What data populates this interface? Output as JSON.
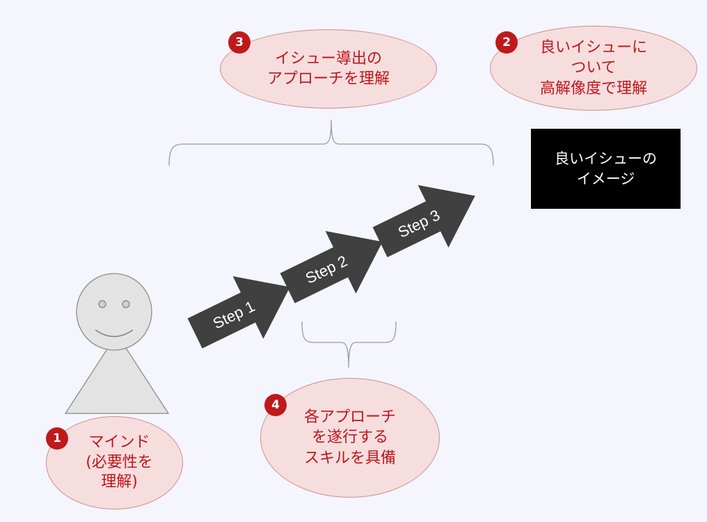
{
  "bubbles": {
    "mind": {
      "number": "1",
      "text": "マインド\n(必要性を\n理解)"
    },
    "good_issue": {
      "number": "2",
      "text": "良いイシューに\nついて\n高解像度で理解"
    },
    "approach": {
      "number": "3",
      "text": "イシュー導出の\nアプローチを理解"
    },
    "skills": {
      "number": "4",
      "text": "各アプローチ\nを遂行する\nスキルを具備"
    }
  },
  "image_box": {
    "text": "良いイシューの\nイメージ"
  },
  "steps": [
    {
      "label": "Step 1"
    },
    {
      "label": "Step 2"
    },
    {
      "label": "Step 3"
    }
  ],
  "colors": {
    "background": "#f5f5fd",
    "accent_red": "#c0191b",
    "bubble_fill": "#f6dede",
    "arrow_fill": "#404040",
    "person_fill": "#e3e3e3"
  }
}
